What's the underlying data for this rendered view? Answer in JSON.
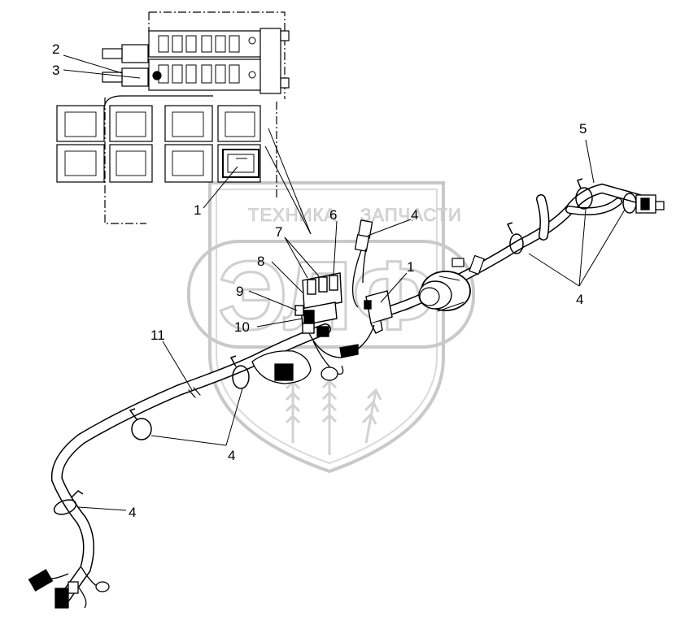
{
  "watermark": {
    "text_left": "ТЕХНИКА",
    "text_right": "ЗАПЧАСТИ",
    "logo_letters": "ЭЛФ"
  },
  "callouts": {
    "c1_top": "1",
    "c1_mid": "1",
    "c2": "2",
    "c3": "3",
    "c4_top": "4",
    "c4_right": "4",
    "c4_bottom": "4",
    "c4_left": "4",
    "c5": "5",
    "c6": "6",
    "c7": "7",
    "c8": "8",
    "c9": "9",
    "c10": "10",
    "c11": "11"
  }
}
